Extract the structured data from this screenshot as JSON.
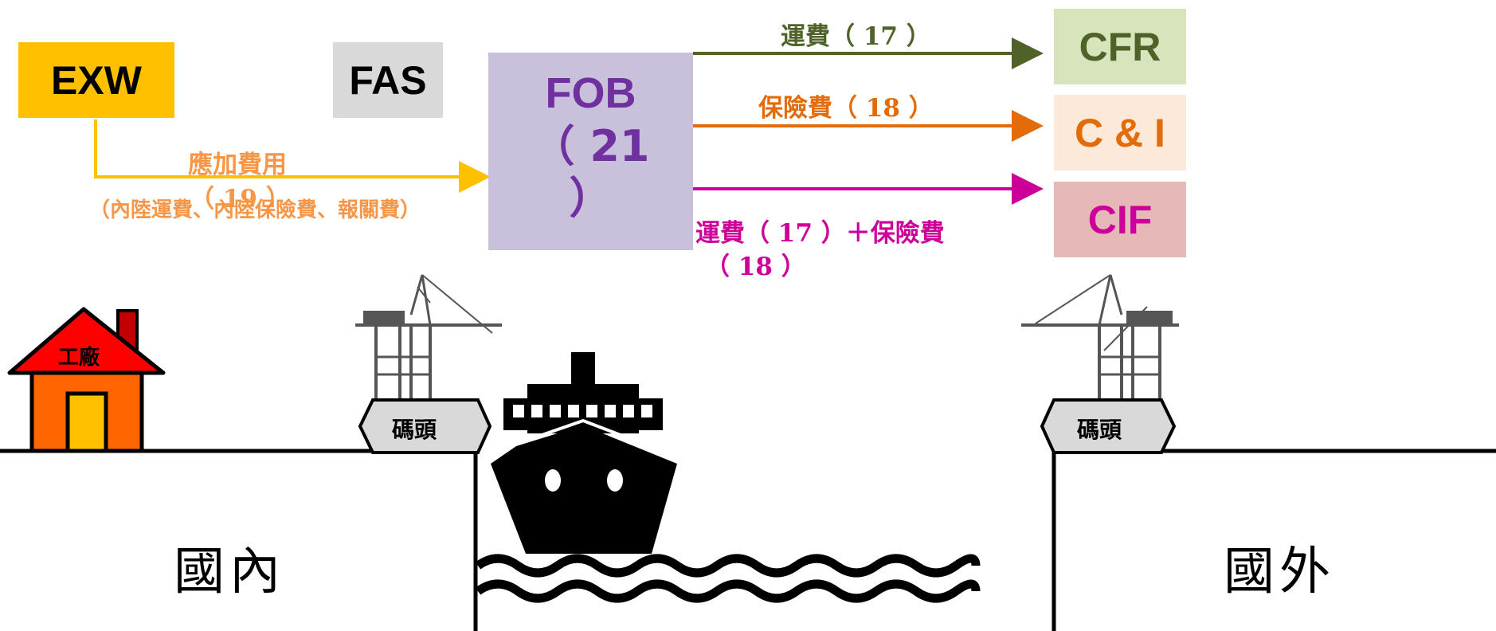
{
  "terms": {
    "exw": "EXW",
    "fas": "FAS",
    "fob_title": "FOB",
    "fob_sub_open": "（ 21",
    "fob_sub_close": "）",
    "cfr": "CFR",
    "ci": "C & I",
    "cif": "CIF"
  },
  "costs": {
    "added_line1": "應加費用",
    "added_line2": "（ 19 ）",
    "added_line3": "（內陸運費、內陸保險費、報關費）",
    "freight": "運費（ 17 ）",
    "insurance": "保險費（ 18 ）",
    "cif_line1": "運費（ 17 ）＋保險費",
    "cif_line2": "（ 18 ）"
  },
  "scene": {
    "factory": "工廠",
    "dock_left": "碼頭",
    "dock_right": "碼頭",
    "domestic": "國內",
    "foreign": "國外"
  },
  "colors": {
    "exw": "#FFC000",
    "fas": "#D9D9D9",
    "fob": "#C9C1DB",
    "fob_text": "#7030A0",
    "cfr": "#D8E4BC",
    "cfr_text": "#4F6228",
    "ci": "#FDE9D9",
    "ci_text": "#E36C09",
    "cif": "#E6B9B8",
    "cif_text": "#CC0099",
    "yellow_arrow": "#FFC000",
    "orange_text": "#F79646"
  }
}
